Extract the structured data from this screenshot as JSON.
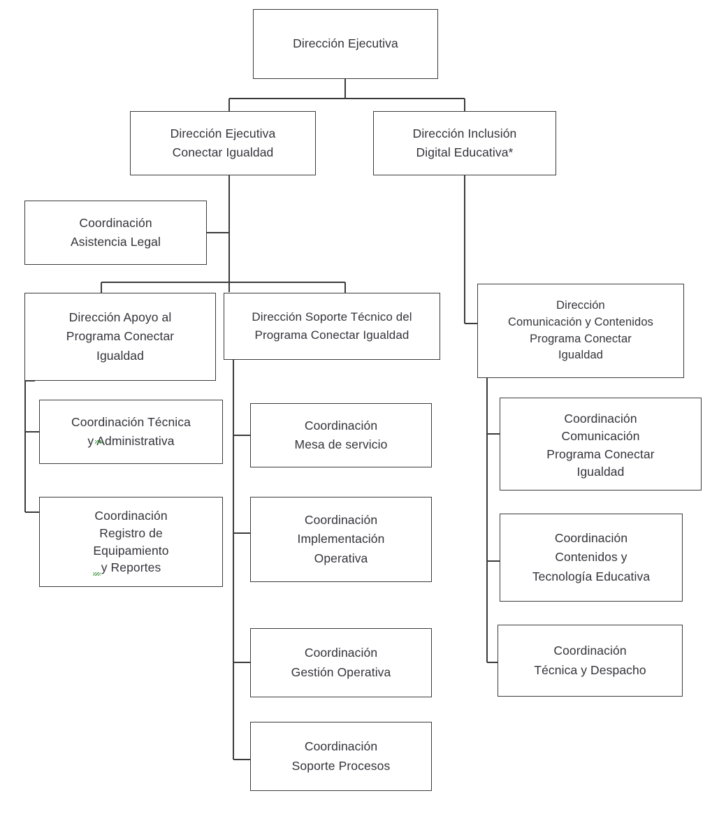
{
  "diagram": {
    "type": "organizational-chart",
    "title": "Organigrama Dirección Ejecutiva",
    "language": "es",
    "footnote_marker": "*",
    "colors": {
      "box_border": "#3a3a3a",
      "box_fill": "#ffffff",
      "text": "#33333a",
      "connector": "#3a3a3a",
      "spellcheck_underline": "#2e8b2e"
    }
  },
  "nodes": {
    "root": {
      "label": "Dirección Ejecutiva",
      "level": 0
    },
    "dir_ejecutiva_ci": {
      "label": "Dirección Ejecutiva\nConectar Igualdad",
      "level": 1,
      "parent": "root"
    },
    "dir_inclusion_digital": {
      "label": "Dirección Inclusión\nDigital Educativa*",
      "level": 1,
      "parent": "root"
    },
    "coord_asistencia_legal": {
      "label": "Coordinación\nAsistencia Legal",
      "level": 2,
      "parent": "dir_ejecutiva_ci"
    },
    "dir_apoyo": {
      "label": "Dirección Apoyo al\nPrograma Conectar\nIgualdad",
      "level": 2,
      "parent": "dir_ejecutiva_ci"
    },
    "dir_soporte_tecnico": {
      "label": "Dirección Soporte Técnico del\nPrograma Conectar Igualdad",
      "level": 2,
      "parent": "dir_ejecutiva_ci"
    },
    "dir_comunicacion": {
      "label": "Dirección\nComunicación y Contenidos\nPrograma Conectar\nIgualdad",
      "level": 2,
      "parent": "dir_inclusion_digital"
    },
    "coord_tecnica_admin": {
      "label": "Coordinación Técnica\ny Administrativa",
      "level": 3,
      "parent": "dir_apoyo"
    },
    "coord_registro_equipamiento": {
      "label": "Coordinación\nRegistro de\nEquipamiento\ny Reportes",
      "level": 3,
      "parent": "dir_apoyo"
    },
    "coord_mesa_servicio": {
      "label": "Coordinación\nMesa de servicio",
      "level": 3,
      "parent": "dir_soporte_tecnico"
    },
    "coord_implementacion_operativa": {
      "label": "Coordinación\nImplementación\nOperativa",
      "level": 3,
      "parent": "dir_soporte_tecnico"
    },
    "coord_gestion_operativa": {
      "label": "Coordinación\nGestión Operativa",
      "level": 3,
      "parent": "dir_soporte_tecnico"
    },
    "coord_soporte_procesos": {
      "label": "Coordinación\nSoporte Procesos",
      "level": 3,
      "parent": "dir_soporte_tecnico"
    },
    "coord_comunicacion_ci": {
      "label": "Coordinación\nComunicación\nPrograma Conectar\nIgualdad",
      "level": 3,
      "parent": "dir_comunicacion"
    },
    "coord_contenidos_tecnologia": {
      "label": "Coordinación\nContenidos y\nTecnología Educativa",
      "level": 3,
      "parent": "dir_comunicacion"
    },
    "coord_tecnica_despacho": {
      "label": "Coordinación\nTécnica y Despacho",
      "level": 3,
      "parent": "dir_comunicacion"
    }
  }
}
